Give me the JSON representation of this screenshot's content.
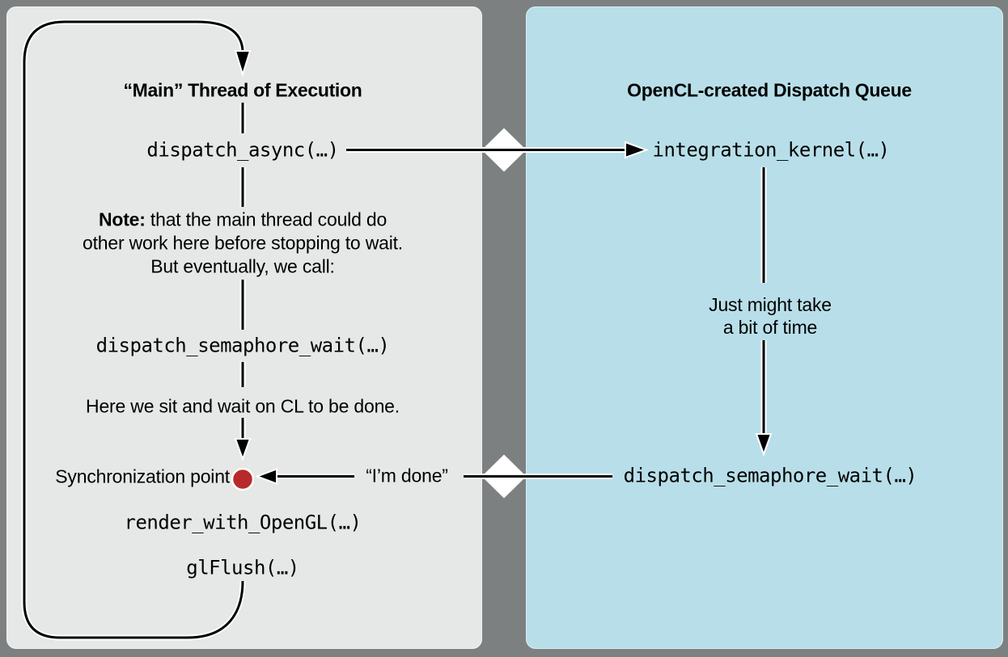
{
  "colors": {
    "background": "#7d8081",
    "left_panel": "#e6e7e7",
    "right_panel": "#b8dfe9",
    "dot": "#b8292b",
    "line": "#000000"
  },
  "left_panel": {
    "title": "“Main” Thread of Execution",
    "dispatch_async": "dispatch_async(…)",
    "note_label": "Note:",
    "note_line1": " that the main thread could do",
    "note_line2": "other work here before stopping to wait.",
    "note_line3": "But eventually, we call:",
    "dispatch_semaphore_wait": "dispatch_semaphore_wait(…)",
    "wait_caption": "Here we sit and wait on CL to be done.",
    "sync_point_label": "Synchronization point",
    "render_call": "render_with_OpenGL(…)",
    "flush_call": "glFlush(…)"
  },
  "right_panel": {
    "title": "OpenCL-created Dispatch Queue",
    "integration_kernel": "integration_kernel(…)",
    "duration_caption_line1": "Just might take",
    "duration_caption_line2": "a bit of time",
    "dispatch_semaphore_wait": "dispatch_semaphore_wait(…)",
    "done_message": "“I’m done”"
  }
}
